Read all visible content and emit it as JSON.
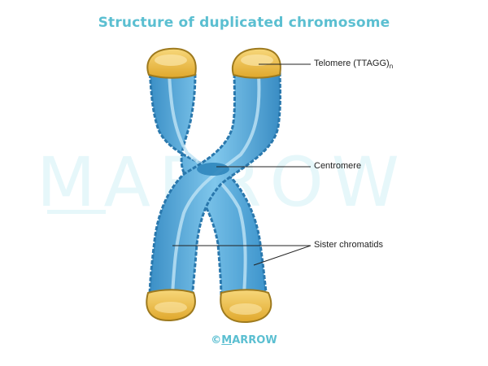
{
  "title": "Structure of duplicated chromosome",
  "watermark": "MARROW",
  "labels": {
    "telomere": "Telomere (TTAGG)",
    "telomere_sub": "n",
    "centromere": "Centromere",
    "sister_chromatids": "Sister chromatids"
  },
  "footer": {
    "copyright_symbol": "©",
    "brand_first": "M",
    "brand_rest": "ARROW"
  },
  "colors": {
    "chromatid_fill": "#4aa3d9",
    "chromatid_outline": "#2a78ad",
    "chromatid_highlight": "#bfe4f5",
    "telomere_fill": "#f2c14a",
    "telomere_highlight": "#fbe6a8",
    "telomere_outline": "#9e7a1e",
    "accent_text": "#5bbfd1",
    "watermark": "#e6f7fa",
    "leader_line": "#222222"
  }
}
